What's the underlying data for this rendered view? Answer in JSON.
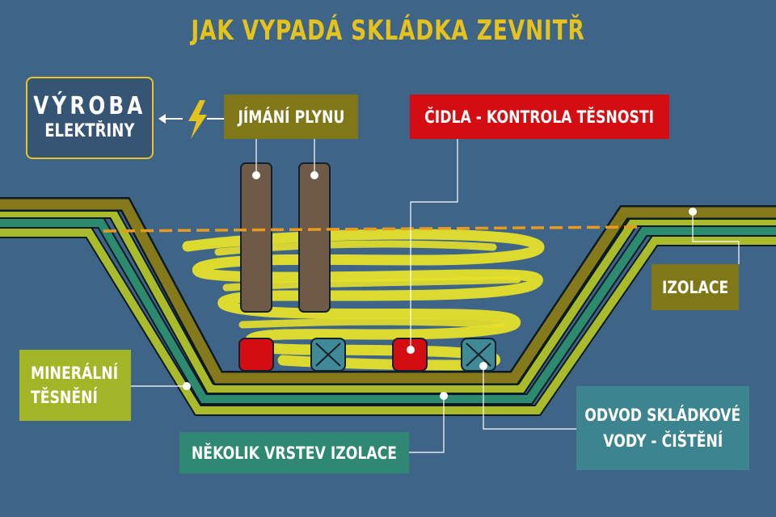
{
  "title": "JAK VYPADÁ SKLÁDKA ZEVNITŘ",
  "labels": {
    "vyroba_line1": "VÝROBA",
    "vyroba_line2": "ELEKTŘINY",
    "jimani": "JÍMÁNÍ PLYNU",
    "cidla": "ČIDLA - KONTROLA TĚSNOSTI",
    "izolace": "IZOLACE",
    "mineral_line1": "MINERÁLNÍ",
    "mineral_line2": "TĚSNĚNÍ",
    "nekolik": "NĚKOLIK VRSTEV IZOLACE",
    "odvod_line1": "ODVOD SKLÁDKOVÉ",
    "odvod_line2": "VODY - ČIŠTĚNÍ"
  },
  "icons": [
    "arrow-left-icon",
    "lightning-bolt-icon",
    "sensor-red-icon",
    "drain-x-icon"
  ],
  "colors": {
    "background": "#3e6488",
    "title": "#e6c21c",
    "olive": "#7f7718",
    "lime": "#a1b526",
    "teal_green": "#2f8872",
    "teal_blue": "#3b8490",
    "red": "#d40d12",
    "waste_yellow": "#e6e02a",
    "dashed_line": "#e89a20",
    "pipe_brown": "#6e5a47"
  }
}
